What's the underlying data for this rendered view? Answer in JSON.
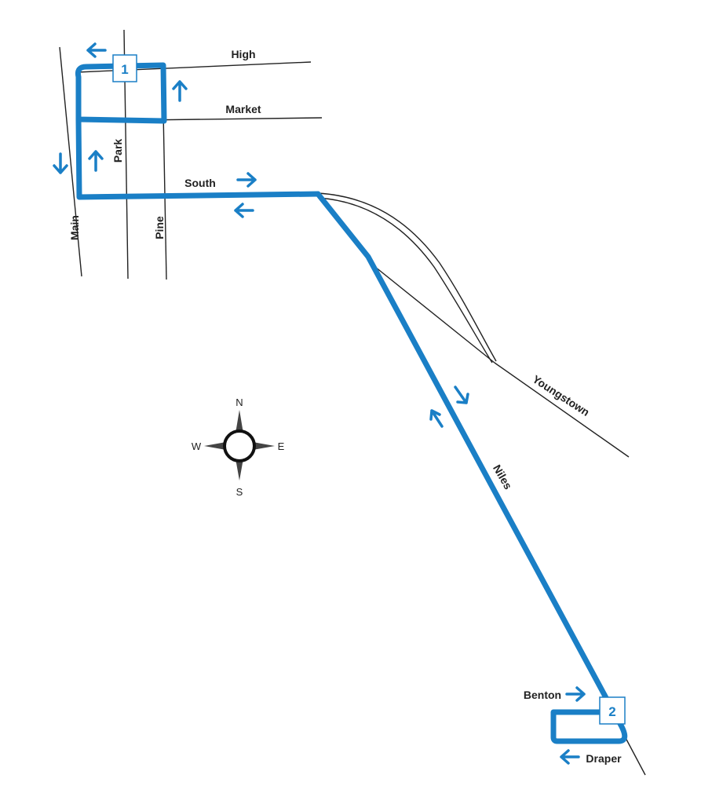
{
  "map": {
    "route_color": "#1a7fc6",
    "street_color": "#222222",
    "streets": {
      "high": "High",
      "market": "Market",
      "south": "South",
      "main": "Main",
      "park": "Park",
      "pine": "Pine",
      "youngstown": "Youngstown",
      "niles": "Niles",
      "benton": "Benton",
      "draper": "Draper"
    },
    "stops": {
      "stop1": "1",
      "stop2": "2"
    },
    "compass": {
      "n": "N",
      "s": "S",
      "e": "E",
      "w": "W"
    }
  }
}
